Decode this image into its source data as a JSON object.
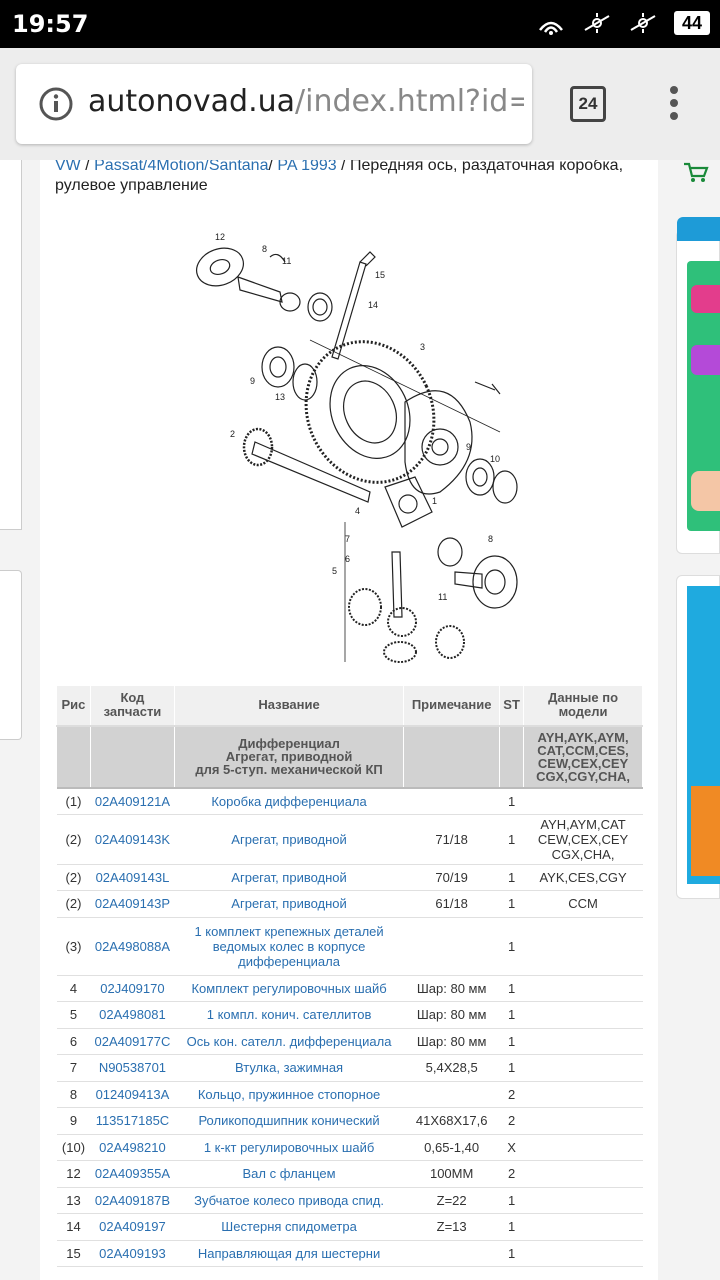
{
  "status": {
    "time": "19:57",
    "battery": "44"
  },
  "browser": {
    "url_domain": "autonovad.ua",
    "url_path": "/index.html?id=c",
    "tab_count": "24"
  },
  "breadcrumb": {
    "make": "VW",
    "sep": " / ",
    "model": "Passat/4Motion/Santana",
    "sep2": "/ ",
    "year": "PA 1993",
    "sep3": " / ",
    "title": "Передняя ось, раздаточная коробка, рулевое управление"
  },
  "table": {
    "headers": {
      "fig": "Рис",
      "code": "Код запчасти",
      "name": "Название",
      "note": "Примечание",
      "st": "ST",
      "model": "Данные по модели"
    },
    "group": {
      "name_line1": "Дифференциал",
      "name_line2": "Агрегат, приводной",
      "name_line3": "для 5-ступ. механической КП",
      "model": "AYH,AYK,AYM, CAT,CCM,CES, CEW,CEX,CEY CGX,CGY,CHA,"
    },
    "rows": [
      {
        "fig": "(1)",
        "code": "02A409121A",
        "name": "Коробка дифференциала",
        "note": "",
        "st": "1",
        "model": ""
      },
      {
        "fig": "(2)",
        "code": "02A409143K",
        "name": "Агрегат, приводной",
        "note": "71/18",
        "st": "1",
        "model": "AYH,AYM,CAT CEW,CEX,CEY CGX,CHA,"
      },
      {
        "fig": "(2)",
        "code": "02A409143L",
        "name": "Агрегат, приводной",
        "note": "70/19",
        "st": "1",
        "model": "AYK,CES,CGY"
      },
      {
        "fig": "(2)",
        "code": "02A409143P",
        "name": "Агрегат, приводной",
        "note": "61/18",
        "st": "1",
        "model": "CCM"
      },
      {
        "fig": "(3)",
        "code": "02A498088A",
        "name": "1 комплект крепежных деталей ведомых колес в корпусе дифференциала",
        "note": "",
        "st": "1",
        "model": ""
      },
      {
        "fig": "4",
        "code": "02J409170",
        "name": "Комплект регулировочных шайб",
        "note": "Шар: 80 мм",
        "st": "1",
        "model": ""
      },
      {
        "fig": "5",
        "code": "02A498081",
        "name": "1 компл. конич. сателлитов",
        "note": "Шар: 80 мм",
        "st": "1",
        "model": ""
      },
      {
        "fig": "6",
        "code": "02A409177C",
        "name": "Ось кон. сателл. дифференциала",
        "note": "Шар: 80 мм",
        "st": "1",
        "model": ""
      },
      {
        "fig": "7",
        "code": "N90538701",
        "name": "Втулка, зажимная",
        "note": "5,4X28,5",
        "st": "1",
        "model": ""
      },
      {
        "fig": "8",
        "code": "012409413A",
        "name": "Кольцо, пружинное стопорное",
        "note": "",
        "st": "2",
        "model": ""
      },
      {
        "fig": "9",
        "code": "113517185C",
        "name": "Роликоподшипник конический",
        "note": "41X68X17,6",
        "st": "2",
        "model": ""
      },
      {
        "fig": "(10)",
        "code": "02A498210",
        "name": "1 к-кт регулировочных шайб",
        "note": "0,65-1,40",
        "st": "X",
        "model": ""
      },
      {
        "fig": "12",
        "code": "02A409355A",
        "name": "Вал с фланцем",
        "note": "100MM",
        "st": "2",
        "model": ""
      },
      {
        "fig": "13",
        "code": "02A409187B",
        "name": "Зубчатое колесо привода спид.",
        "note": "Z=22",
        "st": "1",
        "model": ""
      },
      {
        "fig": "14",
        "code": "02A409197",
        "name": "Шестерня спидометра",
        "note": "Z=13",
        "st": "1",
        "model": ""
      },
      {
        "fig": "15",
        "code": "02A409193",
        "name": "Направляющая для шестерни",
        "note": "",
        "st": "1",
        "model": ""
      }
    ]
  },
  "diagram_labels": [
    "12",
    "8",
    "11",
    "15",
    "14",
    "9",
    "13",
    "3",
    "2",
    "9",
    "10",
    "4",
    "1",
    "8",
    "7",
    "6",
    "5",
    "11"
  ],
  "colors": {
    "link": "#2a6fb0",
    "group_bg": "#d2d2d2",
    "header_bg": "#f0f0f0"
  }
}
